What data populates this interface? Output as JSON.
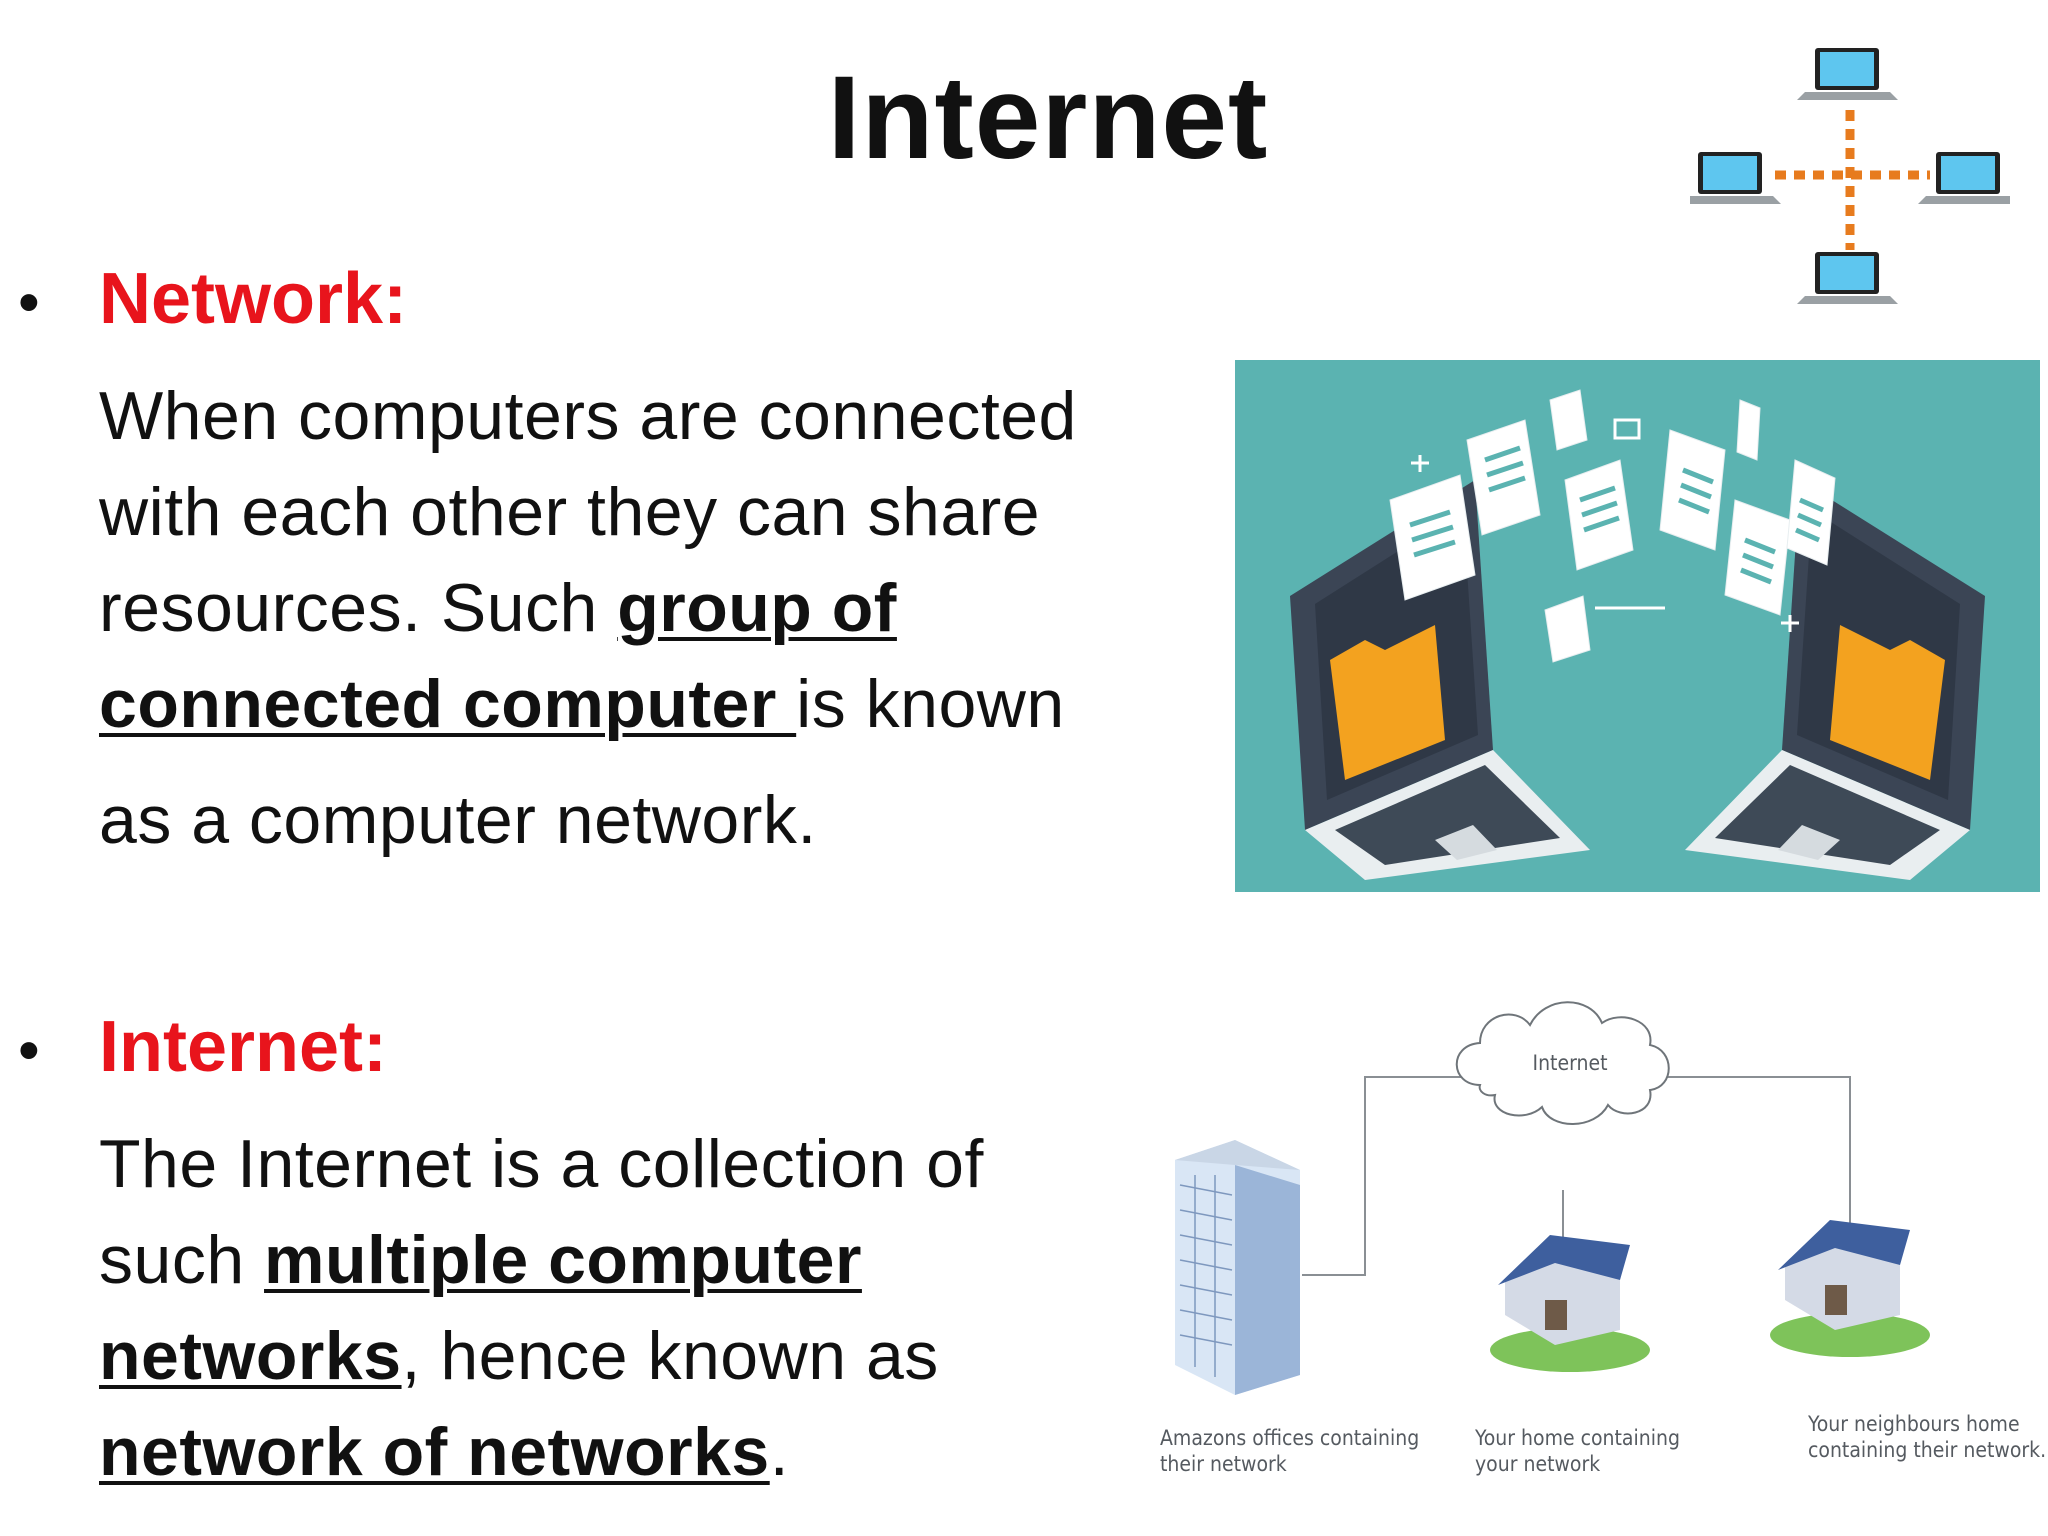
{
  "title": "Internet",
  "bullet_symbol": "•",
  "sections": [
    {
      "heading": "Network:",
      "lines": [
        "When computers are connected",
        "with each other they can share",
        "resources. Such ",
        "group of",
        "connected computer ",
        "is known",
        "as a computer network."
      ]
    },
    {
      "heading": "Internet:",
      "lines": [
        "The Internet is a collection of",
        "such ",
        "multiple computer",
        "networks",
        ", hence known as",
        "network of networks",
        "."
      ]
    }
  ],
  "diagram": {
    "cloud_label": "Internet",
    "captions": [
      [
        "Amazons offices containing",
        "their network"
      ],
      [
        "Your home containing",
        "your network"
      ],
      [
        "Your neighbours home",
        "containing their network."
      ]
    ]
  },
  "colors": {
    "heading_red": "#e8141c",
    "illustration_bg": "#5bb3b1",
    "folder_orange": "#f3a21f",
    "topology_link": "#e77b1e",
    "laptop_screen": "#5ec6ef"
  }
}
